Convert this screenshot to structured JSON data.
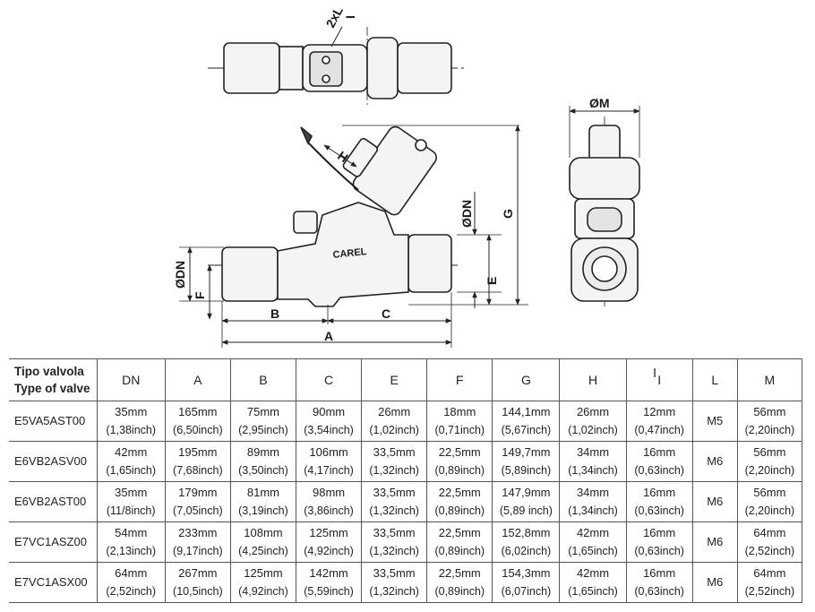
{
  "drawing": {
    "labels": {
      "a": "A",
      "b": "B",
      "c": "C",
      "e": "E",
      "f": "F",
      "g": "G",
      "h": "H",
      "dn_left": "ØDN",
      "dn_right": "ØDN",
      "m": "ØM",
      "two_xl": "2xL",
      "i": "I",
      "brand": "CAREL"
    }
  },
  "table": {
    "type_header": [
      "Tipo valvola",
      "Type of valve"
    ],
    "columns": [
      "DN",
      "A",
      "B",
      "C",
      "E",
      "F",
      "G",
      "H",
      "I",
      "L",
      "M"
    ],
    "rows": [
      {
        "type": "E5VA5AST00",
        "cells": [
          [
            "35mm",
            "(1,38inch)"
          ],
          [
            "165mm",
            "(6,50inch)"
          ],
          [
            "75mm",
            "(2,95inch)"
          ],
          [
            "90mm",
            "(3,54inch)"
          ],
          [
            "26mm",
            "(1,02inch)"
          ],
          [
            "18mm",
            "(0,71inch)"
          ],
          [
            "144,1mm",
            "(5,67inch)"
          ],
          [
            "26mm",
            "(1,02inch)"
          ],
          [
            "12mm",
            "(0,47inch)"
          ],
          [
            "M5"
          ],
          [
            "56mm",
            "(2,20inch)"
          ]
        ]
      },
      {
        "type": "E6VB2ASV00",
        "cells": [
          [
            "42mm",
            "(1,65inch)"
          ],
          [
            "195mm",
            "(7,68inch)"
          ],
          [
            "89mm",
            "(3,50inch)"
          ],
          [
            "106mm",
            "(4,17inch)"
          ],
          [
            "33,5mm",
            "(1,32inch)"
          ],
          [
            "22,5mm",
            "(0,89inch)"
          ],
          [
            "149,7mm",
            "(5,89inch)"
          ],
          [
            "34mm",
            "(1,34inch)"
          ],
          [
            "16mm",
            "(0,63inch)"
          ],
          [
            "M6"
          ],
          [
            "56mm",
            "(2,20inch)"
          ]
        ]
      },
      {
        "type": "E6VB2AST00",
        "cells": [
          [
            "35mm",
            "(11/8inch)"
          ],
          [
            "179mm",
            "(7,05inch)"
          ],
          [
            "81mm",
            "(3,19inch)"
          ],
          [
            "98mm",
            "(3,86inch)"
          ],
          [
            "33,5mm",
            "(1,32inch)"
          ],
          [
            "22,5mm",
            "(0,89inch)"
          ],
          [
            "147,9mm",
            "(5,89 inch)"
          ],
          [
            "34mm",
            "(1,34inch)"
          ],
          [
            "16mm",
            "(0,63inch)"
          ],
          [
            "M6"
          ],
          [
            "56mm",
            "(2,20inch)"
          ]
        ]
      },
      {
        "type": "E7VC1ASZ00",
        "cells": [
          [
            "54mm",
            "(2,13inch)"
          ],
          [
            "233mm",
            "(9,17inch)"
          ],
          [
            "108mm",
            "(4,25inch)"
          ],
          [
            "125mm",
            "(4,92inch)"
          ],
          [
            "33,5mm",
            "(1,32inch)"
          ],
          [
            "22,5mm",
            "(0,89inch)"
          ],
          [
            "152,8mm",
            "(6,02inch)"
          ],
          [
            "42mm",
            "(1,65inch)"
          ],
          [
            "16mm",
            "(0,63inch)"
          ],
          [
            "M6"
          ],
          [
            "64mm",
            "(2,52inch)"
          ]
        ]
      },
      {
        "type": "E7VC1ASX00",
        "cells": [
          [
            "64mm",
            "(2,52inch)"
          ],
          [
            "267mm",
            "(10,5inch)"
          ],
          [
            "125mm",
            "(4,92inch)"
          ],
          [
            "142mm",
            "(5,59inch)"
          ],
          [
            "33,5mm",
            "(1,32inch)"
          ],
          [
            "22,5mm",
            "(0,89inch)"
          ],
          [
            "154,3mm",
            "(6,07inch)"
          ],
          [
            "42mm",
            "(1,65inch)"
          ],
          [
            "16mm",
            "(0,63inch)"
          ],
          [
            "M6"
          ],
          [
            "64mm",
            "(2,52inch)"
          ]
        ]
      }
    ]
  }
}
